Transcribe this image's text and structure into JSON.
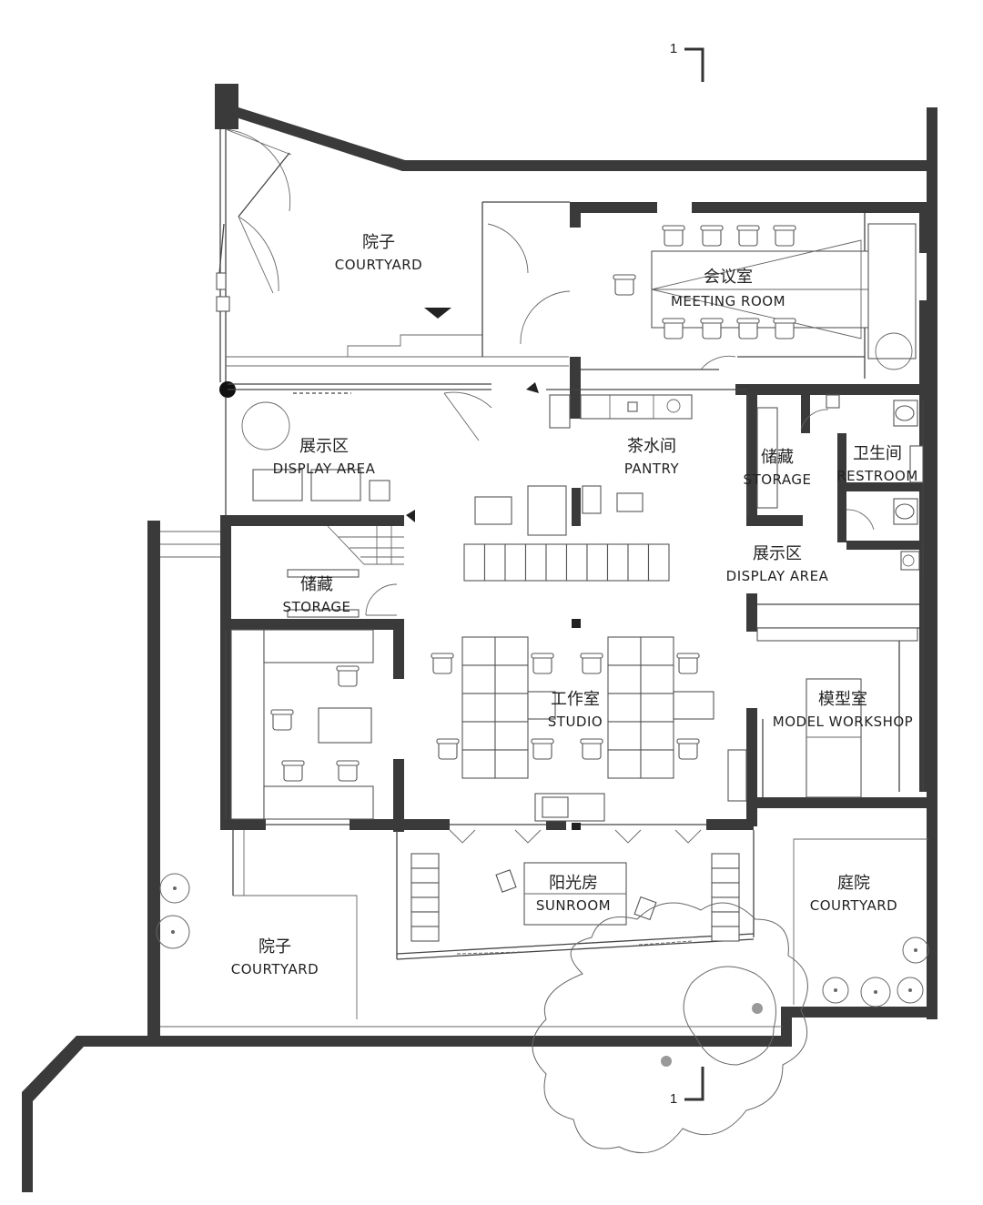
{
  "section_marks": [
    {
      "id": "top",
      "label": "1"
    },
    {
      "id": "bottom",
      "label": "1"
    }
  ],
  "rooms": {
    "courtyard_nw": {
      "zh": "院子",
      "en": "COURTYARD"
    },
    "meeting_room": {
      "zh": "会议室",
      "en": "MEETING ROOM"
    },
    "display_area_w": {
      "zh": "展示区",
      "en": "DISPLAY AREA"
    },
    "pantry": {
      "zh": "茶水间",
      "en": "PANTRY"
    },
    "storage_e": {
      "zh": "储藏",
      "en": "STORAGE"
    },
    "restroom": {
      "zh": "卫生间",
      "en": "RESTROOM"
    },
    "display_area_e": {
      "zh": "展示区",
      "en": "DISPLAY AREA"
    },
    "storage_w": {
      "zh": "储藏",
      "en": "STORAGE"
    },
    "studio": {
      "zh": "工作室",
      "en": "STUDIO"
    },
    "model_workshop": {
      "zh": "模型室",
      "en": "MODEL WORKSHOP"
    },
    "sunroom": {
      "zh": "阳光房",
      "en": "SUNROOM"
    },
    "courtyard_se": {
      "zh": "庭院",
      "en": "COURTYARD"
    },
    "courtyard_sw": {
      "zh": "院子",
      "en": "COURTYARD"
    }
  }
}
